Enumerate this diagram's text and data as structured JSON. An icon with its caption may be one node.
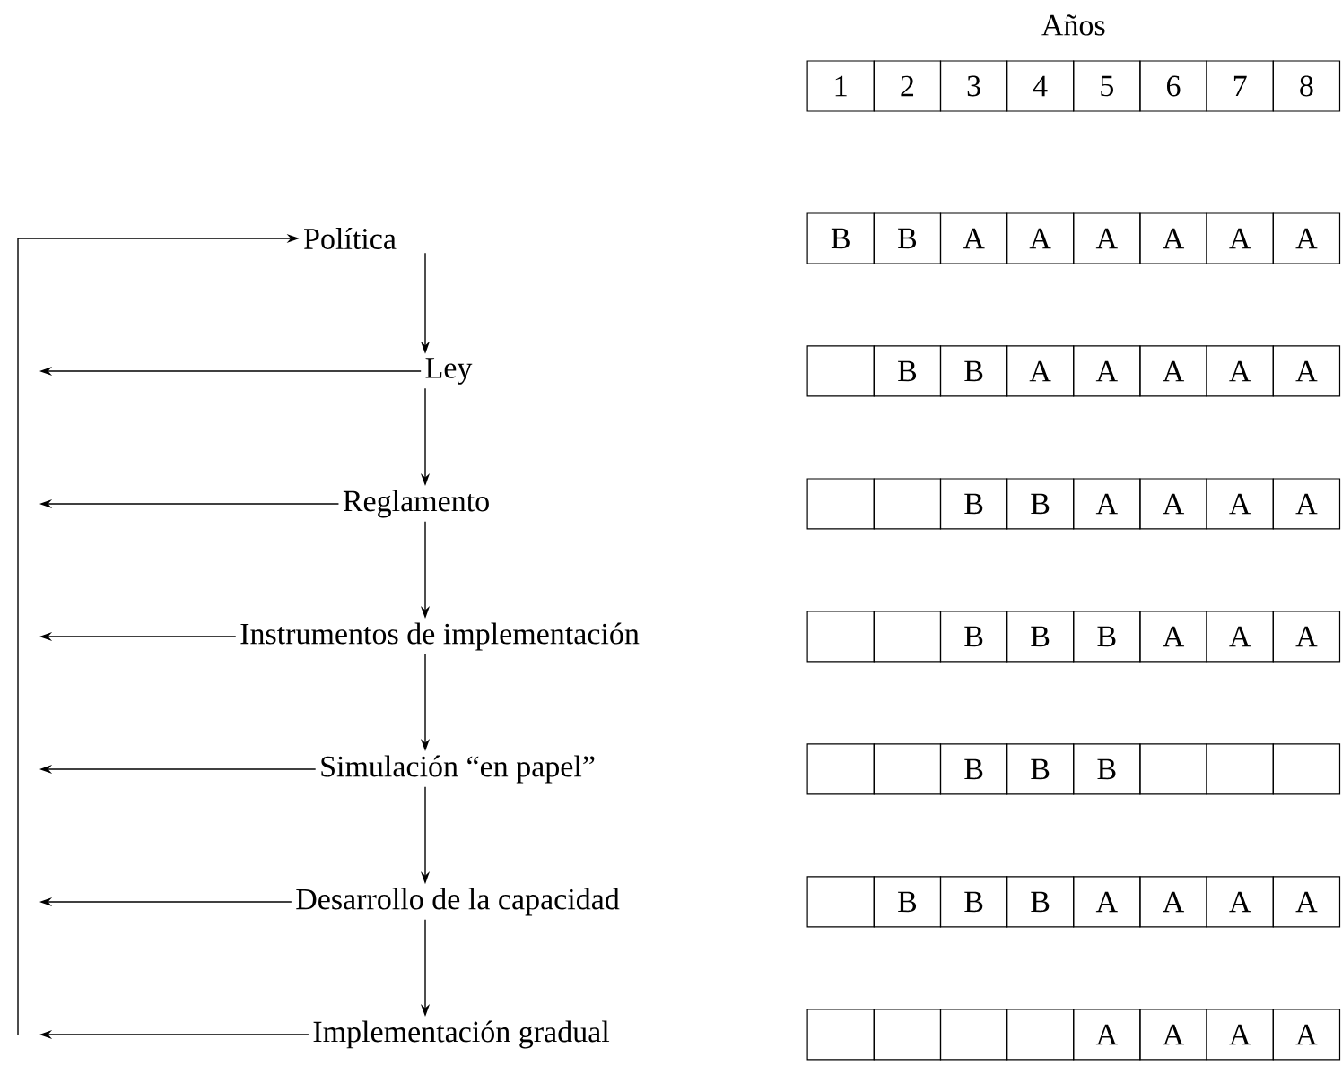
{
  "diagram": {
    "nodes": [
      {
        "text": [
          "Política"
        ]
      },
      {
        "text": [
          "Ley"
        ]
      },
      {
        "text": [
          "Reglamento"
        ]
      },
      {
        "text": [
          "Instrumentos de implementación"
        ]
      },
      {
        "text": [
          "Simulación “en papel”"
        ]
      },
      {
        "text": [
          "Desarrollo de la capacidad"
        ]
      },
      {
        "text": [
          "Implementación gradual"
        ]
      }
    ],
    "edges": [
      {
        "from": 0,
        "to": 1,
        "arrow": "to"
      },
      {
        "from": 1,
        "to": 2,
        "arrow": "to"
      },
      {
        "from": 2,
        "to": 3,
        "arrow": "to"
      },
      {
        "from": 3,
        "to": 4,
        "arrow": "to"
      },
      {
        "from": 4,
        "to": 5,
        "arrow": "to"
      },
      {
        "from": 5,
        "to": 6,
        "arrow": "to"
      },
      {
        "from": 1,
        "to": null,
        "arrow": "to"
      },
      {
        "from": 2,
        "to": null,
        "arrow": "to"
      },
      {
        "from": 3,
        "to": null,
        "arrow": "to"
      },
      {
        "from": 4,
        "to": null,
        "arrow": "to"
      },
      {
        "from": 5,
        "to": null,
        "arrow": "to"
      },
      {
        "from": 6,
        "to": null,
        "arrow": "to"
      },
      {
        "from": null,
        "to": 0,
        "arrow": "to"
      }
    ],
    "labels": [
      "Años",
      "1",
      "2",
      "3",
      "4",
      "5",
      "6",
      "7",
      "8",
      "B",
      "B",
      "A",
      "A",
      "A",
      "A",
      "A",
      "A",
      "B",
      "B",
      "A",
      "A",
      "A",
      "A",
      "A",
      "B",
      "B",
      "A",
      "A",
      "A",
      "A",
      "B",
      "B",
      "B",
      "A",
      "A",
      "A",
      "B",
      "B",
      "B",
      "B",
      "B",
      "B",
      "A",
      "A",
      "A",
      "A",
      "A",
      "A",
      "A",
      "A"
    ]
  }
}
